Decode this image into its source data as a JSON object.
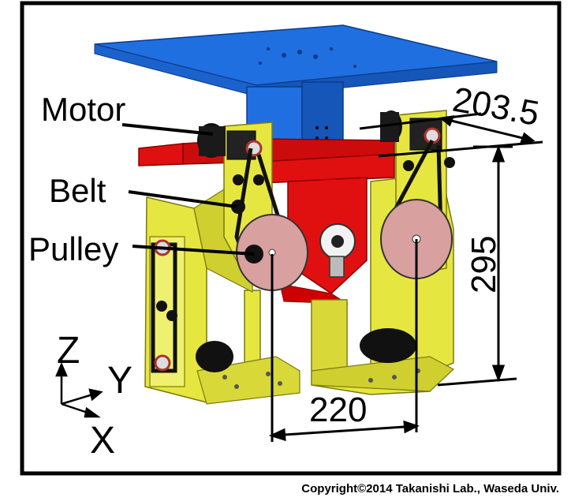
{
  "labels": {
    "motor": "Motor",
    "belt": "Belt",
    "pulley": "Pulley"
  },
  "dimensions": {
    "top_width": "203.5",
    "height": "295",
    "bottom_width": "220"
  },
  "axes": {
    "z": "Z",
    "y": "Y",
    "x": "X"
  },
  "copyright": "Copyright©2014 Takanishi Lab., Waseda Univ.",
  "colors": {
    "plate_blue": "#1f6fe0",
    "body_red": "#e01010",
    "frame_yellow": "#e6e640",
    "pulley_pink": "#d9a0a0",
    "border": "#000000"
  }
}
